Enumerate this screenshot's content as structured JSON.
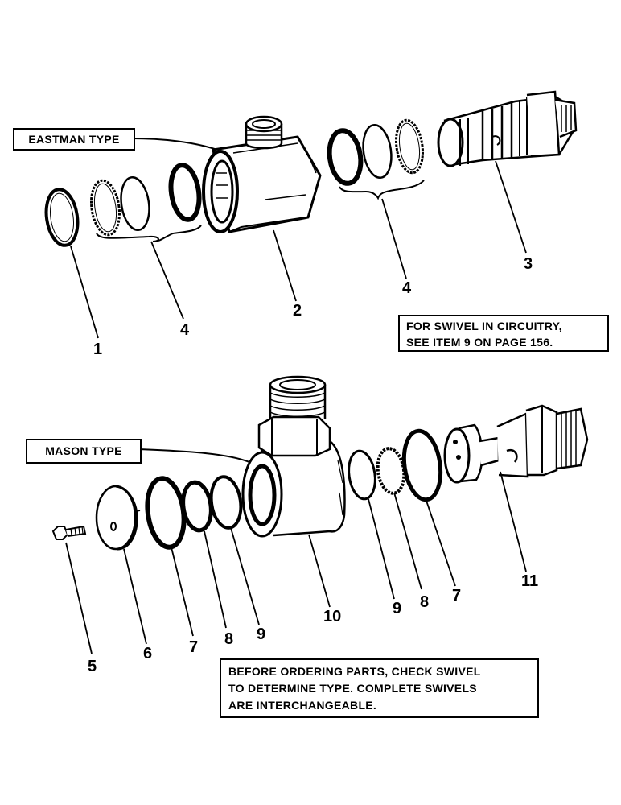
{
  "eastman": {
    "label": "EASTMAN TYPE"
  },
  "mason": {
    "label": "MASON TYPE"
  },
  "notes": {
    "circuitry": [
      "FOR SWIVEL IN CIRCUITRY,",
      "SEE ITEM 9 ON PAGE  156."
    ],
    "ordering": [
      "BEFORE ORDERING PARTS, CHECK SWIVEL",
      "TO DETERMINE TYPE.  COMPLETE SWIVELS",
      "ARE INTERCHANGEABLE."
    ]
  },
  "callouts": {
    "eastman": [
      "1",
      "4",
      "2",
      "4",
      "3"
    ],
    "mason": [
      "5",
      "6",
      "7",
      "8",
      "9",
      "10",
      "9",
      "8",
      "7",
      "11"
    ]
  }
}
